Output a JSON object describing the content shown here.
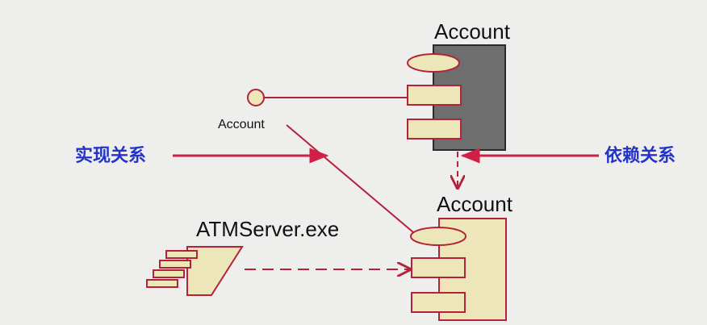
{
  "diagram": {
    "top_component": {
      "label": "Account"
    },
    "bottom_component": {
      "label": "Account"
    },
    "interface": {
      "label": "Account"
    },
    "exe_component": {
      "label": "ATMServer.exe"
    },
    "annotations": {
      "realization": "实现关系",
      "dependency": "依赖关系"
    }
  },
  "colors": {
    "background": "#eeeeec",
    "component_fill": "#ece6b8",
    "component_stroke": "#b2233b",
    "top_body_fill": "#6e6e6e",
    "top_body_stroke": "#2a2a2a",
    "annotation_text": "#2433c8",
    "annotation_arrow": "#d02048",
    "link": "#b2233b"
  }
}
